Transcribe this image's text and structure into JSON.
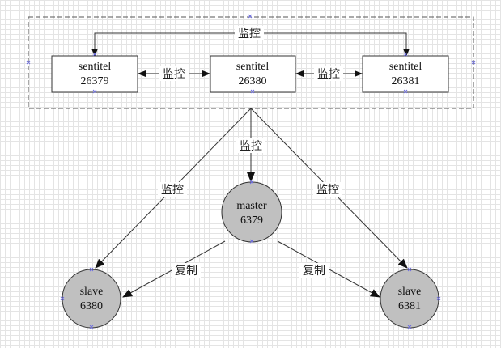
{
  "sentinels": [
    {
      "name": "sentitel",
      "port": "26379"
    },
    {
      "name": "sentitel",
      "port": "26380"
    },
    {
      "name": "sentitel",
      "port": "26381"
    }
  ],
  "master": {
    "name": "master",
    "port": "6379"
  },
  "slaves": [
    {
      "name": "slave",
      "port": "6380"
    },
    {
      "name": "slave",
      "port": "6381"
    }
  ],
  "labels": {
    "monitor": "监控",
    "replicate": "复制"
  },
  "colors": {
    "node_fill": "#c0c0c0",
    "line": "#333333",
    "group_border": "#555555"
  }
}
